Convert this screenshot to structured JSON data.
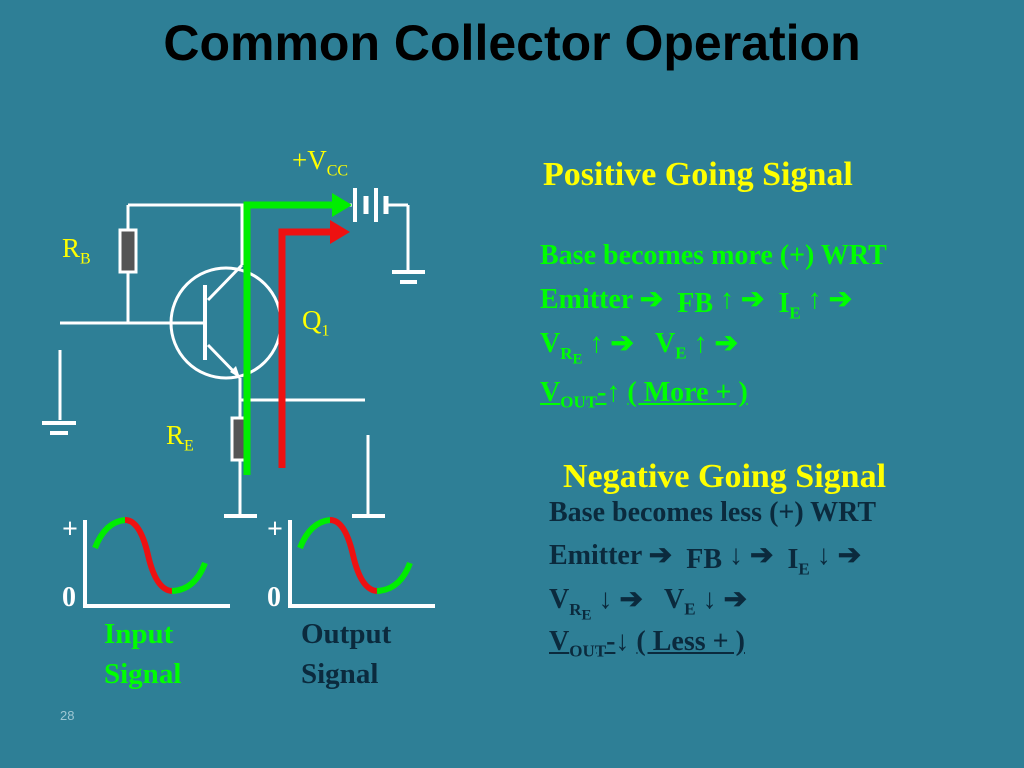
{
  "title": "Common Collector Operation",
  "circuit": {
    "vcc_label": "+V",
    "vcc_sub": "CC",
    "rb_label": "R",
    "rb_sub": "B",
    "re_label": "R",
    "re_sub": "E",
    "q_label": "Q",
    "q_sub": "1",
    "colors": {
      "wire": "#ffffff",
      "green_path": "#00ee00",
      "red_path": "#ee1111",
      "resistor": "#555555"
    }
  },
  "input_signal": {
    "plus": "+",
    "zero": "0",
    "line1": "Input",
    "line2": "Signal",
    "color": "#00ff00"
  },
  "output_signal": {
    "plus": "+",
    "zero": "0",
    "line1": "Output",
    "line2": "Signal",
    "color": "#0b2a3d"
  },
  "positive": {
    "heading": "Positive Going Signal",
    "line1": "Base becomes more (+) WRT",
    "emitter": "Emitter",
    "fb": "FB",
    "ie_main": "I",
    "ie_sub": "E",
    "vre_main": "V",
    "vre_sub1": "R",
    "vre_sub2": "E",
    "ve_main": "V",
    "ve_sub": "E",
    "vout_main": "V",
    "vout_sub": "OUT",
    "dash": "-",
    "result": "( More + )",
    "arrow_right": "➔",
    "arrow_dir": "↑",
    "color": "#00ff00"
  },
  "negative": {
    "heading": "Negative Going Signal",
    "line1": "Base becomes less (+) WRT",
    "emitter": "Emitter",
    "fb": "FB",
    "ie_main": "I",
    "ie_sub": "E",
    "vre_main": "V",
    "vre_sub1": "R",
    "vre_sub2": "E",
    "ve_main": "V",
    "ve_sub": "E",
    "vout_main": "V",
    "vout_sub": "OUT",
    "dash": "-",
    "result": "( Less + )",
    "arrow_right": "➔",
    "arrow_dir": "↓",
    "color": "#0b2a3d"
  },
  "page_number": "28"
}
